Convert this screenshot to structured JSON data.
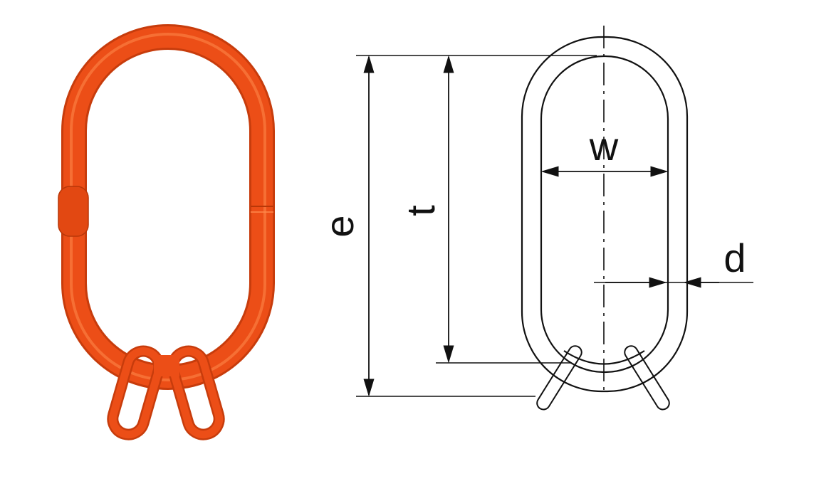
{
  "colors": {
    "link_orange": "#ec4e17",
    "link_orange_dark": "#c73c0c",
    "link_orange_light": "#ff7a3d",
    "line": "#111111",
    "background": "#ffffff"
  },
  "drawing": {
    "labels": {
      "e": "e",
      "t": "t",
      "w": "w",
      "d": "d"
    }
  }
}
